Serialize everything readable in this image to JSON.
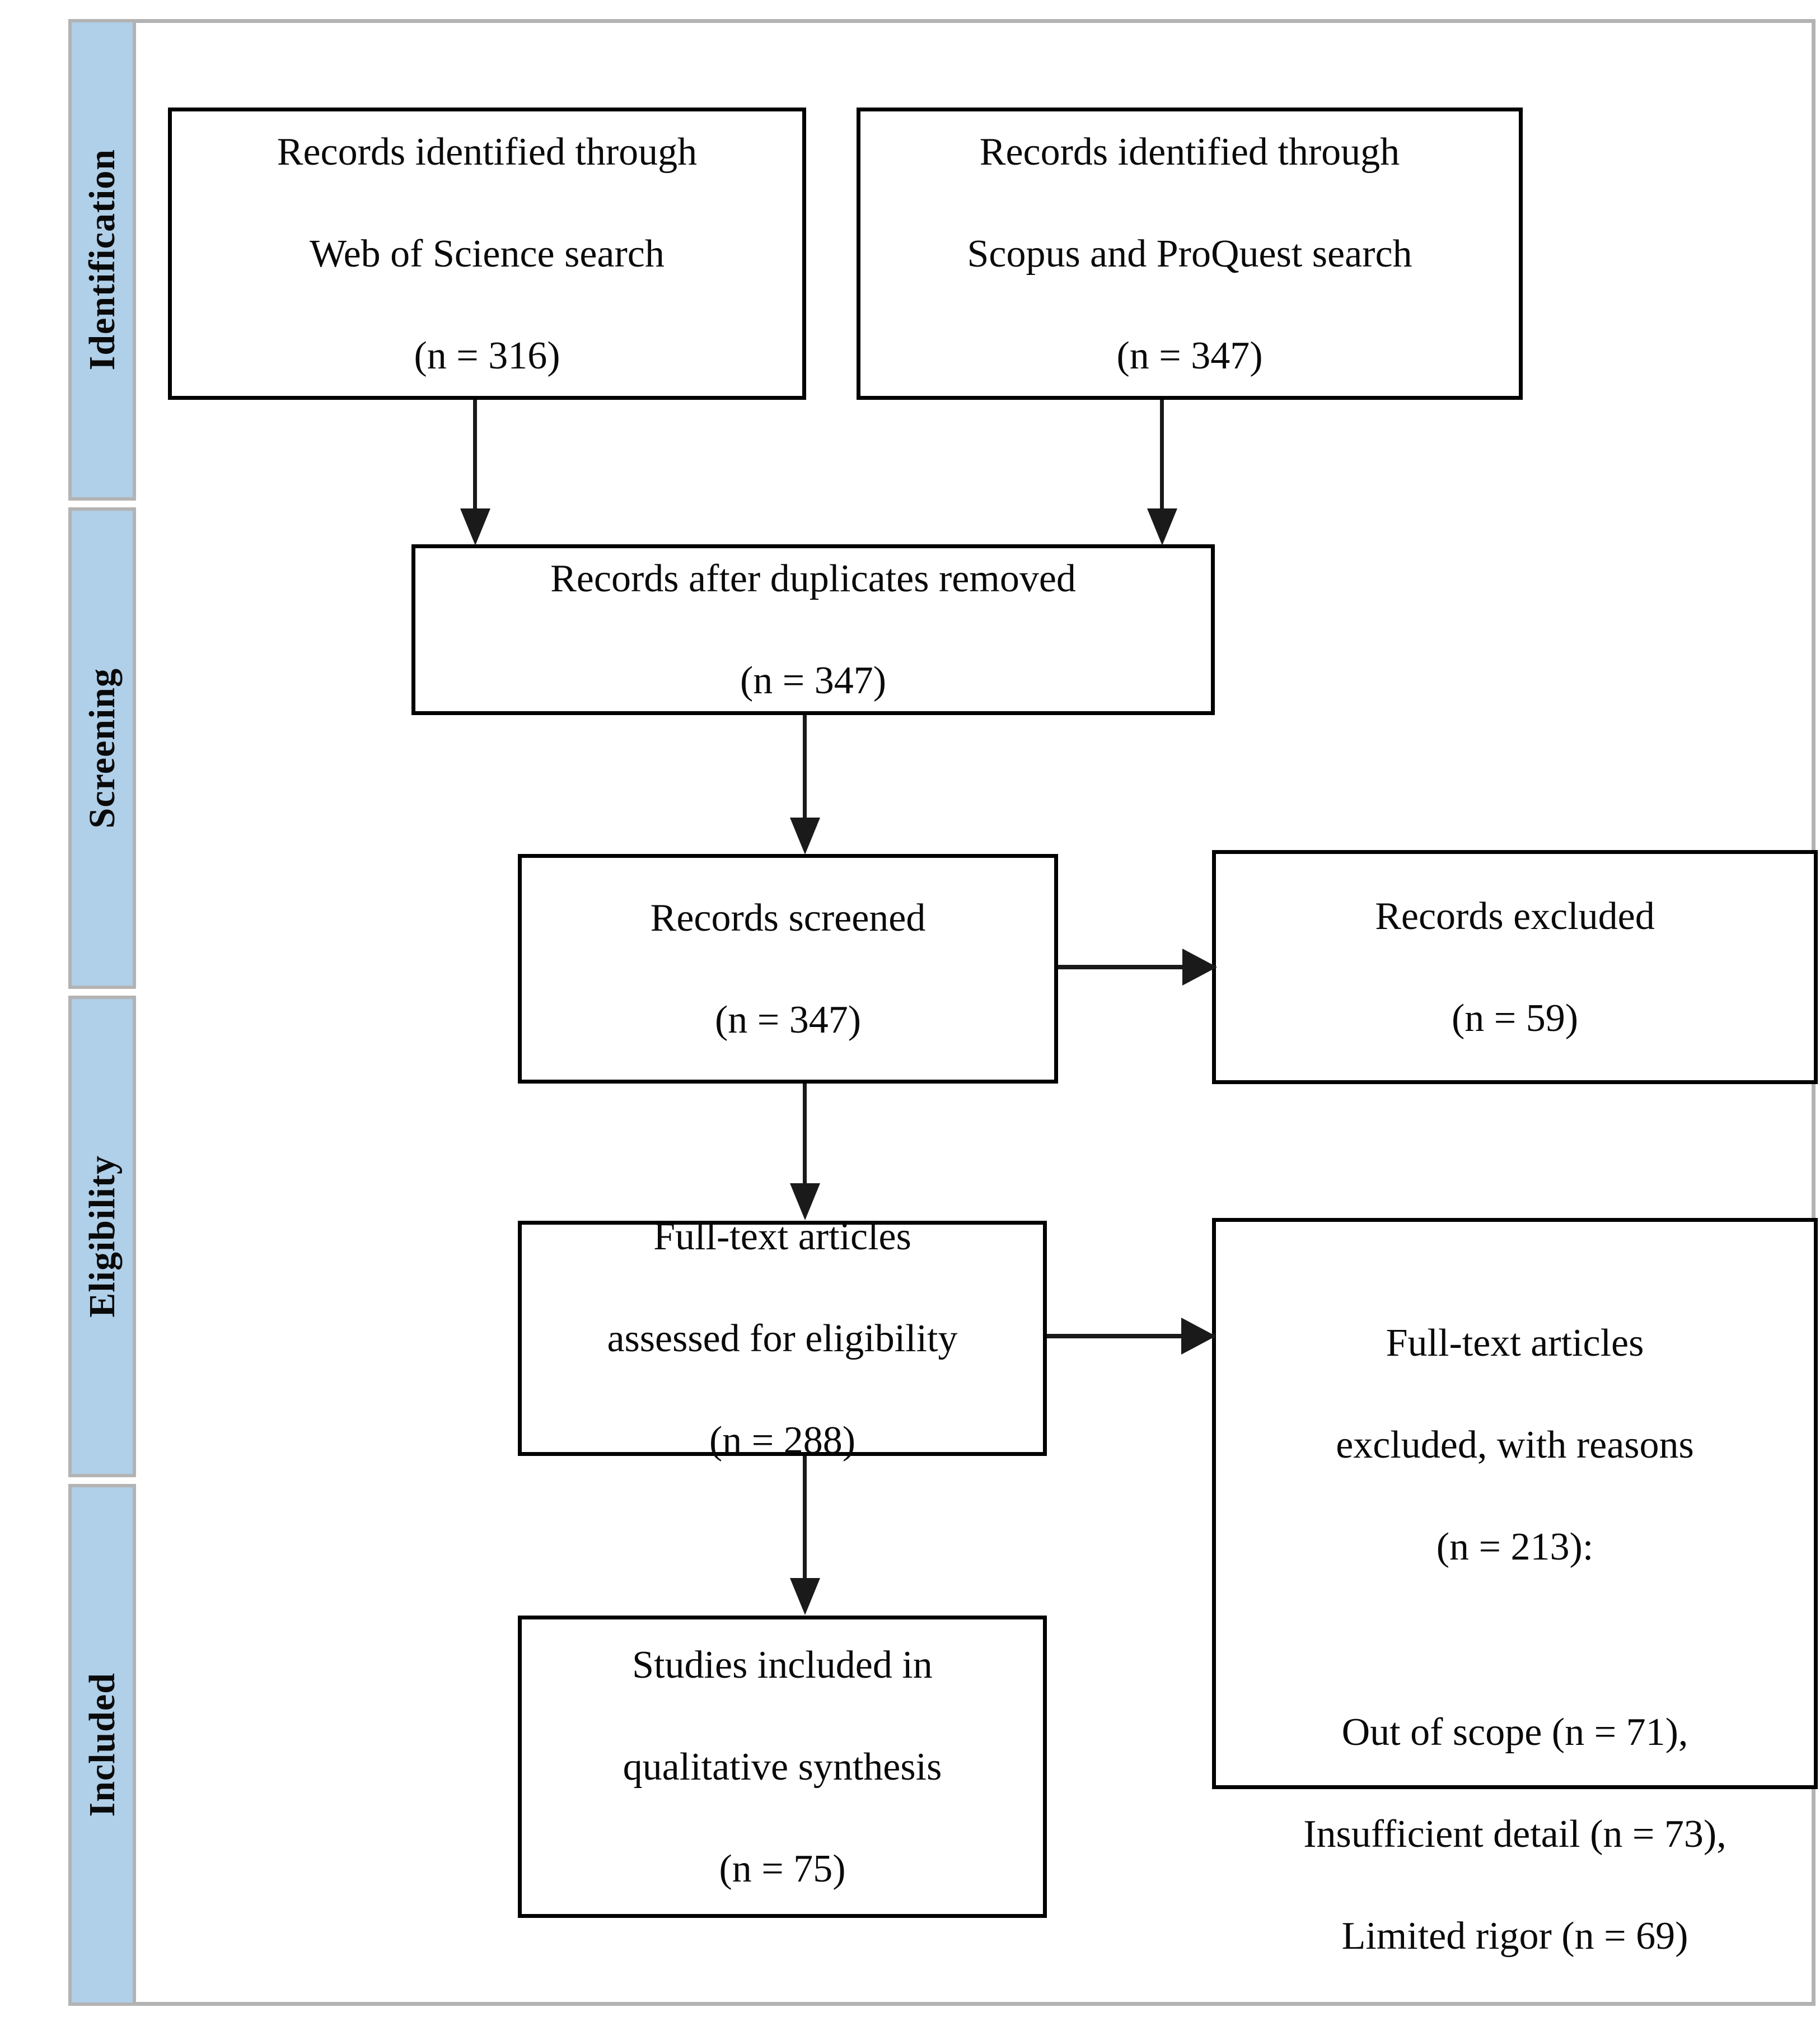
{
  "diagram": {
    "type": "prisma-flow-diagram",
    "stages": [
      {
        "id": "identification",
        "label": "Identification"
      },
      {
        "id": "screening",
        "label": "Screening"
      },
      {
        "id": "eligibility",
        "label": "Eligibility"
      },
      {
        "id": "included",
        "label": "Included"
      }
    ],
    "colors": {
      "stage_band": "#b0cfe8",
      "stage_border": "#b3b3b3",
      "box_border": "#000000",
      "connector": "#1a1a1a",
      "text": "#0a0a0a",
      "background": "#ffffff"
    },
    "boxes": {
      "wos": {
        "line1": "Records identified through",
        "line2": "Web of Science search",
        "count": "(n = 316)",
        "n": 316
      },
      "scopus": {
        "line1": "Records identified through",
        "line2": "Scopus and ProQuest search",
        "count": "(n = 347)",
        "n": 347
      },
      "dedup": {
        "line1": "Records after duplicates removed",
        "count": "(n = 347)",
        "n": 347
      },
      "screened": {
        "line1": "Records screened",
        "count": "(n = 347)",
        "n": 347
      },
      "excluded": {
        "line1": "Records excluded",
        "count": "(n = 59)",
        "n": 59
      },
      "fulltext": {
        "line1": "Full-text articles",
        "line2": "assessed for eligibility",
        "count": "(n = 288)",
        "n": 288
      },
      "excluded_reasons": {
        "line1": "Full-text articles",
        "line2": "excluded, with reasons",
        "count": "(n = 213):",
        "n": 213,
        "reasons": [
          {
            "label": "Out of scope",
            "count": "(n = 71),",
            "n": 71
          },
          {
            "label": "Insufficient detail",
            "count": "(n = 73),",
            "n": 73
          },
          {
            "label": "Limited rigor",
            "count": "(n = 69)",
            "n": 69
          }
        ],
        "reason_line1": "Out of scope (n = 71),",
        "reason_line2": "Insufficient detail (n = 73),",
        "reason_line3": "Limited rigor (n = 69)"
      },
      "included": {
        "line1": "Studies included in",
        "line2": "qualitative synthesis",
        "count": "(n = 75)",
        "n": 75
      }
    },
    "connectors": [
      {
        "id": "wos-to-dedup",
        "from": "wos",
        "to": "dedup",
        "direction": "down"
      },
      {
        "id": "scopus-to-dedup",
        "from": "scopus",
        "to": "dedup",
        "direction": "down"
      },
      {
        "id": "dedup-to-screened",
        "from": "dedup",
        "to": "screened",
        "direction": "down"
      },
      {
        "id": "screened-to-excluded",
        "from": "screened",
        "to": "excluded",
        "direction": "right"
      },
      {
        "id": "screened-to-fulltext",
        "from": "screened",
        "to": "fulltext",
        "direction": "down"
      },
      {
        "id": "fulltext-to-reasons",
        "from": "fulltext",
        "to": "excluded_reasons",
        "direction": "right"
      },
      {
        "id": "fulltext-to-included",
        "from": "fulltext",
        "to": "included",
        "direction": "down"
      }
    ]
  }
}
